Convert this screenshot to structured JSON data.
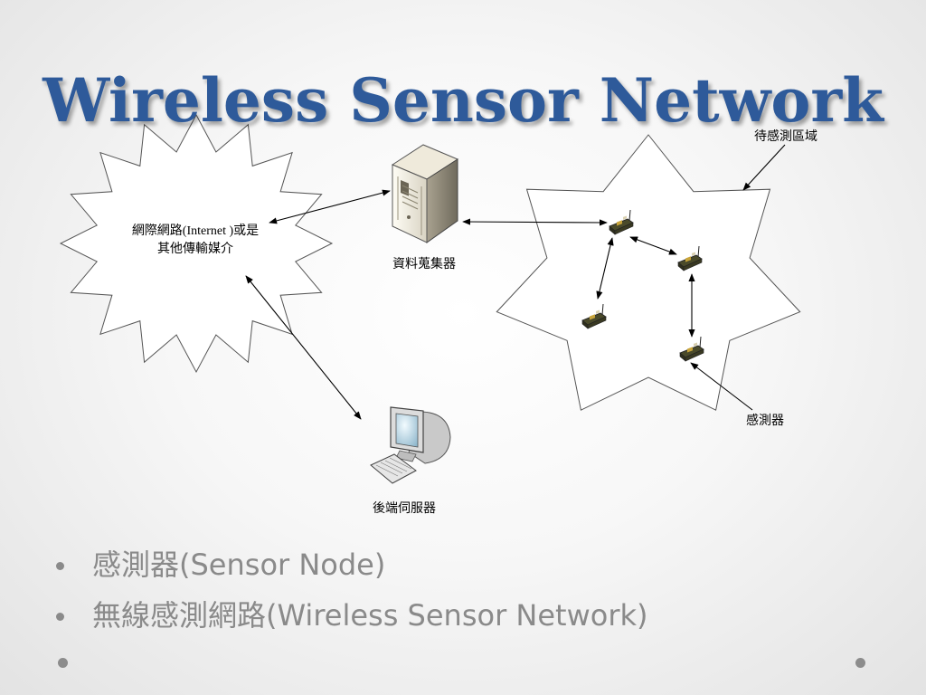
{
  "slide": {
    "title": "Wireless Sensor Network"
  },
  "diagram": {
    "internet_label_line1": "網際網路(Internet )或是",
    "internet_label_line2": "其他傳輸媒介",
    "collector_label": "資料蒐集器",
    "backend_label": "後端伺服器",
    "area_label": "待感測區域",
    "sensor_label": "感測器",
    "icons": {
      "collector": "server-tower-icon",
      "backend": "desktop-computer-icon",
      "sensor": "sensor-node-icon"
    }
  },
  "bullets": [
    "感測器(Sensor Node)",
    "無線感測網路(Wireless Sensor Network)"
  ],
  "colors": {
    "title": "#2E5A9A",
    "bullet_text": "#8a8a8a"
  }
}
